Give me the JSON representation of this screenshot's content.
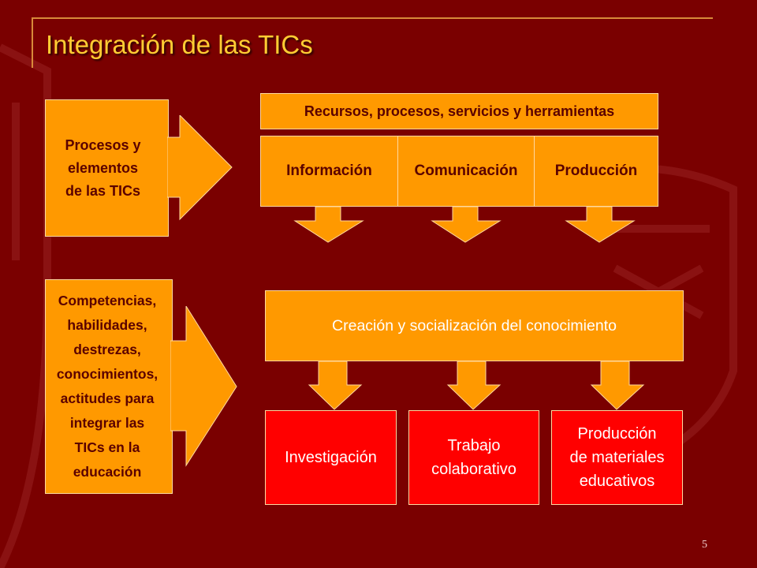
{
  "title": "Integración de las TICs",
  "page_number": "5",
  "left_top_box": {
    "lines": [
      "Procesos y",
      "elementos",
      "de las TICs"
    ]
  },
  "left_bottom_box": {
    "lines": [
      "Competencias,",
      "habilidades,",
      "destrezas,",
      "conocimientos,",
      "actitudes para",
      "integrar las",
      "TICs en la",
      "educación"
    ]
  },
  "resources_header": "Recursos, procesos, servicios y herramientas",
  "resource_cells": [
    "Información",
    "Comunicación",
    "Producción"
  ],
  "knowledge_box": "Creación y socialización del conocimiento",
  "outcome_boxes": [
    {
      "lines": [
        "Investigación"
      ]
    },
    {
      "lines": [
        "Trabajo",
        "colaborativo"
      ]
    },
    {
      "lines": [
        "Producción",
        "de materiales",
        "educativos"
      ]
    }
  ],
  "colors": {
    "background": "#7a0000",
    "orange": "#ff9900",
    "red": "#ff0000",
    "title": "#ffcc33"
  }
}
